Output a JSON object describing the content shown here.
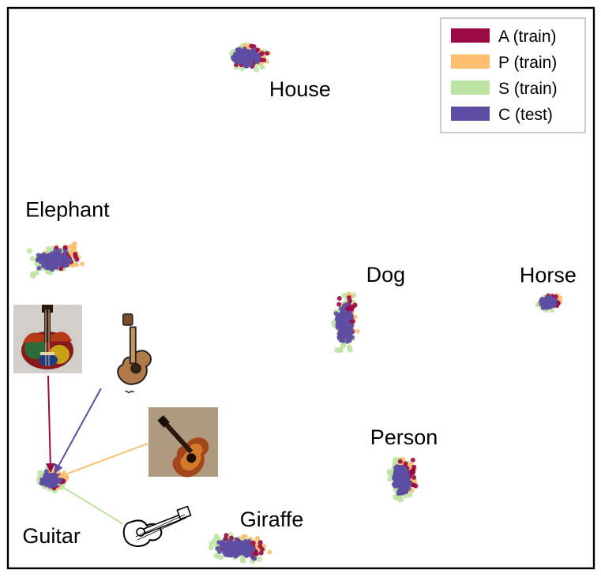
{
  "chart_data": {
    "type": "scatter",
    "title": "",
    "xlabel": "",
    "ylabel": "",
    "xlim": [
      0,
      100
    ],
    "ylim": [
      0,
      100
    ],
    "grid": false,
    "legend_position": "top-right",
    "series": [
      {
        "name": "A (train)",
        "color": "#9b0a45"
      },
      {
        "name": "P (train)",
        "color": "#fdbf6f"
      },
      {
        "name": "S (train)",
        "color": "#bde3a3"
      },
      {
        "name": "C (test)",
        "color": "#5d4ea3"
      }
    ],
    "clusters": [
      {
        "label": "House",
        "x": 40.5,
        "y": 91.5
      },
      {
        "label": "Elephant",
        "x": 7.6,
        "y": 55.0
      },
      {
        "label": "Dog",
        "x": 57.4,
        "y": 43.8
      },
      {
        "label": "Horse",
        "x": 92.4,
        "y": 47.4
      },
      {
        "label": "Person",
        "x": 67.3,
        "y": 15.7
      },
      {
        "label": "Guitar",
        "x": 7.1,
        "y": 15.6
      },
      {
        "label": "Giraffe",
        "x": 39.0,
        "y": 3.4
      }
    ],
    "annotations": [
      {
        "domain": "A (train)",
        "icon": "painted-guitar-image",
        "target": "Guitar"
      },
      {
        "domain": "C (test)",
        "icon": "cartoon-guitar-image",
        "target": "Guitar"
      },
      {
        "domain": "P (train)",
        "icon": "photo-guitar-image",
        "target": "Guitar"
      },
      {
        "domain": "S (train)",
        "icon": "sketch-guitar-image",
        "target": "Guitar"
      }
    ]
  }
}
